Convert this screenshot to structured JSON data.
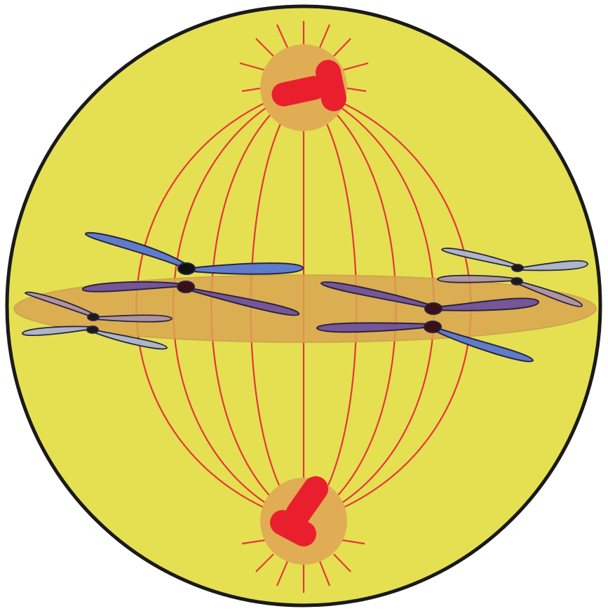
{
  "diagram": {
    "cell": {
      "fill": "#e4e052",
      "stroke": "#1a1a1a"
    },
    "centrosome": {
      "fill": "#e0ad55",
      "centriole": "#ea1f2e"
    },
    "spindle": {
      "color": "#e8343a"
    },
    "metaphase_plate": {
      "fill": "#d9a452",
      "opacity": 0.85
    },
    "chromosomes": [
      {
        "name": "large-left-chromosome",
        "colors": [
          "#5f7ccb",
          "#6a4c9e"
        ]
      },
      {
        "name": "large-right-chromosome",
        "colors": [
          "#6a4c9e",
          "#5f7ccb"
        ]
      },
      {
        "name": "small-left-chromosome",
        "colors": [
          "#a891a9",
          "#a9b3cc"
        ]
      },
      {
        "name": "small-right-chromosome",
        "colors": [
          "#a9b3cc",
          "#a891a9"
        ]
      }
    ]
  }
}
